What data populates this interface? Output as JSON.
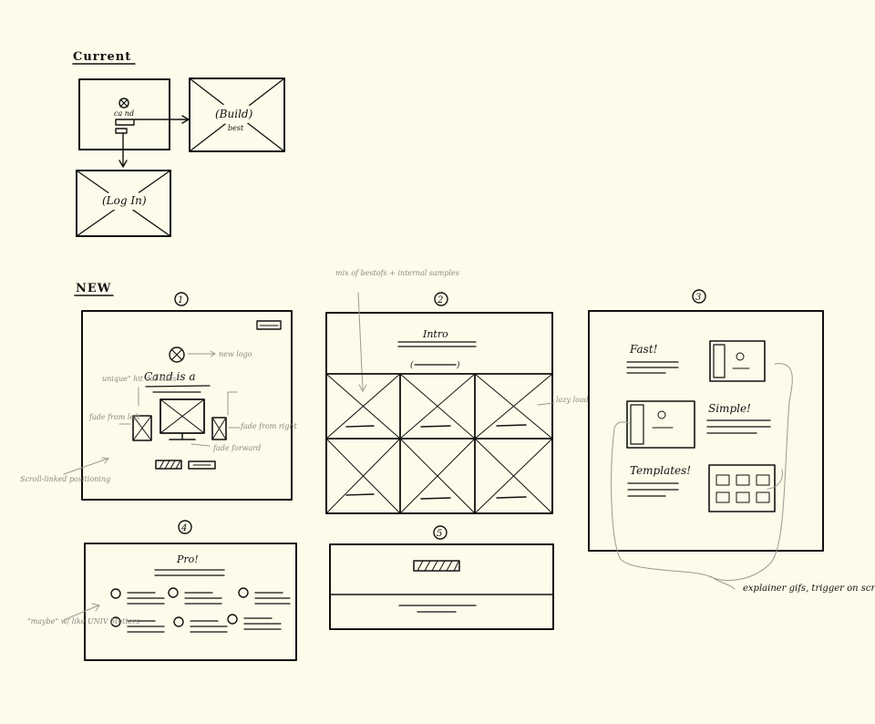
{
  "sections": {
    "current": "Current",
    "new": "NEW"
  },
  "current": {
    "box1_label": "ca nd",
    "build_label": "(Build)",
    "build_sub": "best",
    "login_label": "(Log In)"
  },
  "panels": {
    "p1": {
      "number": "1",
      "heading": "Cand is a",
      "notes": {
        "new_logo": "new logo",
        "uni_sites": "unique\" hit ddl sites",
        "fade_left": "fade from left",
        "fade_right": "fade from right",
        "fade_forward": "fade forward",
        "scroll": "Scroll-linked positioning"
      }
    },
    "p2": {
      "number": "2",
      "heading": "Intro",
      "notes": {
        "top": "mix of bestofs + internal samples",
        "lazy": "lazy load"
      }
    },
    "p3": {
      "number": "3",
      "features": [
        "Fast!",
        "Simple!",
        "Templates!"
      ],
      "notes": {
        "explainer": "explainer gifs, trigger on scroll"
      }
    },
    "p4": {
      "number": "4",
      "heading": "Pro!",
      "notes": {
        "side": "\"maybe\" w/ like UNIV Matters"
      }
    },
    "p5": {
      "number": "5"
    }
  }
}
